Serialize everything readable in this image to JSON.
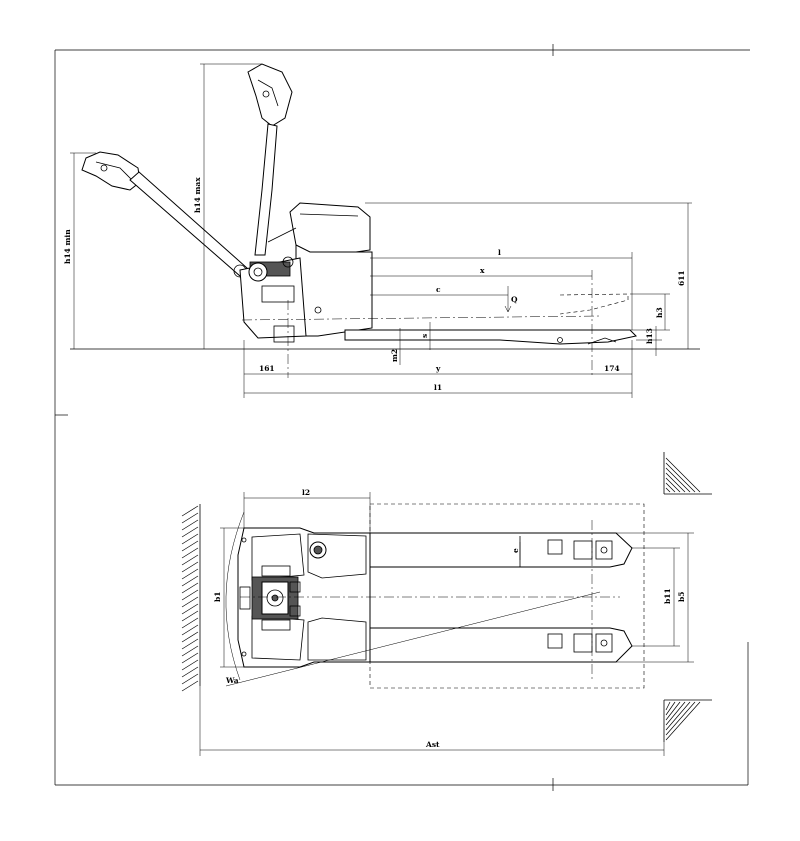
{
  "drawing": {
    "side_view": {
      "dimensions": {
        "h14_min": "h14 min",
        "h14_max": "h14 max",
        "l": "l",
        "x": "x",
        "c": "c",
        "Q": "Q",
        "h3": "h3",
        "h13": "h13",
        "dim_611": "611",
        "s": "s",
        "m2": "m2",
        "dim_161": "161",
        "y": "y",
        "dim_174": "174",
        "l1": "l1"
      }
    },
    "top_view": {
      "dimensions": {
        "l2": "l2",
        "b1": "b1",
        "e": "e",
        "b11": "b11",
        "b5": "b5",
        "Wa": "Wa",
        "Ast": "Ast"
      }
    }
  }
}
